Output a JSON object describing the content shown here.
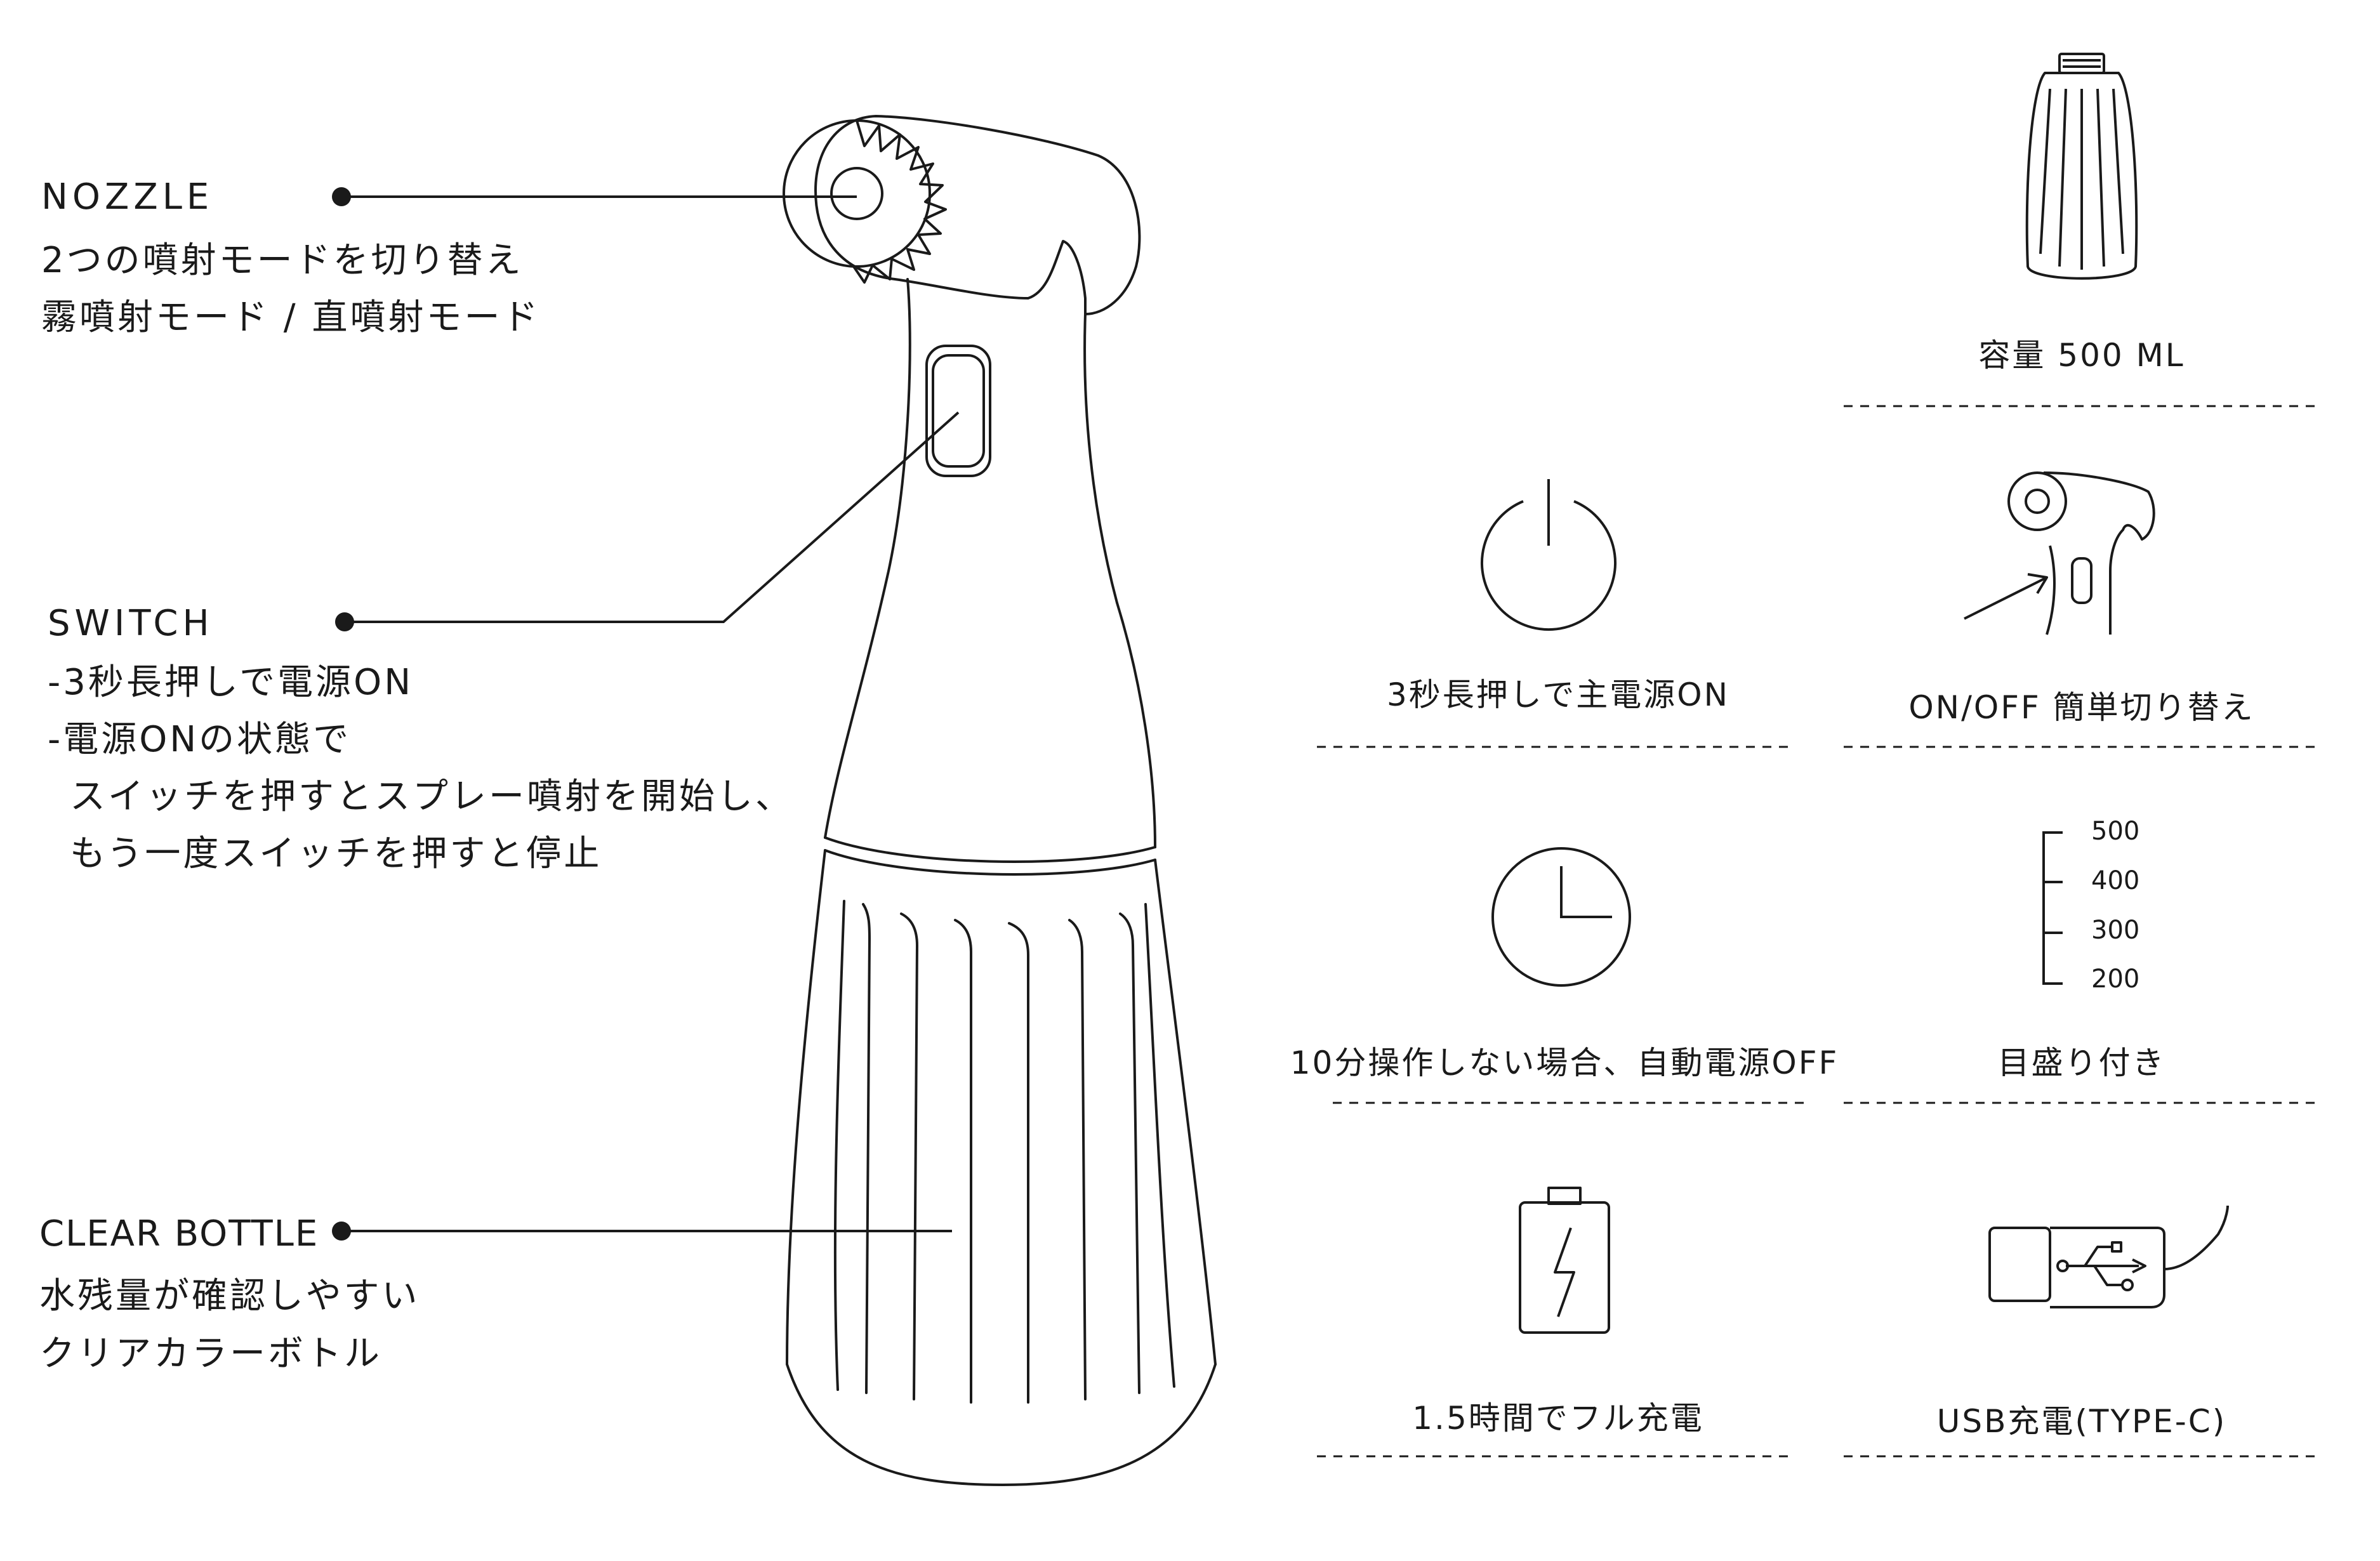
{
  "callouts": {
    "nozzle": {
      "title": "NOZZLE",
      "lines": [
        "2つの噴射モードを切り替え",
        "霧噴射モード / 直噴射モード"
      ]
    },
    "switch": {
      "title": "SWITCH",
      "lines": [
        "-3秒長押しで電源ON",
        "-電源ONの状態で",
        "スイッチを押すとスプレー噴射を開始し、",
        "もう一度スイッチを押すと停止"
      ]
    },
    "bottle": {
      "title": "CLEAR BOTTLE",
      "lines": [
        "水残量が確認しやすい",
        "クリアカラーボトル"
      ]
    }
  },
  "features": {
    "capacity": "容量 500 ML",
    "power_hold": "3秒長押しで主電源ON",
    "onoff": "ON/OFF 簡単切り替え",
    "auto_off": "10分操作しない場合、自動電源OFF",
    "scale": "目盛り付き",
    "charge_time": "1.5時間でフル充電",
    "usb": "USB充電(TYPE-C)"
  },
  "scale_marks": [
    "500",
    "400",
    "300",
    "200"
  ],
  "icons": {
    "capacity": "bottle-container-icon",
    "power": "power-icon",
    "switch_press": "switch-press-icon",
    "timer": "clock-icon",
    "scale": "measuring-scale-icon",
    "battery": "battery-charge-icon",
    "usb": "usb-plug-icon"
  }
}
